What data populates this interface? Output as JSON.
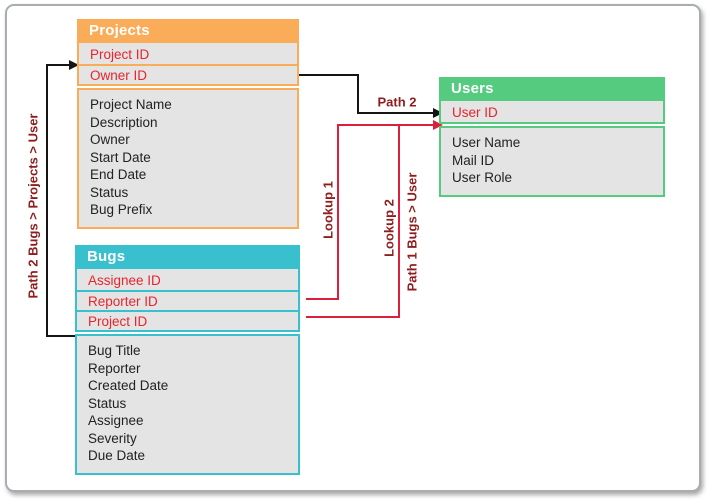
{
  "tables": {
    "projects": {
      "title": "Projects",
      "key_fields": [
        "Project ID",
        "Owner ID"
      ],
      "fields": [
        "Project Name",
        "Description",
        "Owner",
        "Start Date",
        "End Date",
        "Status",
        "Bug Prefix"
      ],
      "accent_color": "#FBAC59"
    },
    "bugs": {
      "title": "Bugs",
      "key_fields": [
        "Assignee ID",
        "Reporter ID",
        "Project ID"
      ],
      "fields": [
        "Bug Title",
        "Reporter",
        "Created Date",
        "Status",
        "Assignee",
        "Severity",
        "Due Date"
      ],
      "accent_color": "#38C0CE"
    },
    "users": {
      "title": "Users",
      "key_fields": [
        "User ID"
      ],
      "fields": [
        "User Name",
        "Mail ID",
        "User Role"
      ],
      "accent_color": "#55CB80"
    }
  },
  "connections": {
    "path2_full_label": "Path 2 Bugs > Projects > User",
    "path2_label": "Path 2",
    "lookup1_label": "Lookup 1",
    "lookup2_label": "Lookup 2",
    "path1_label": "Path 1 Bugs > User"
  },
  "colors": {
    "key_field_text": "#E8242C",
    "connector_red": "#DC1F3B",
    "connector_black": "#151515",
    "label_maroon": "#8F1D1D",
    "row_background": "#E4E4E4",
    "frame_border": "#A8ADB2"
  }
}
